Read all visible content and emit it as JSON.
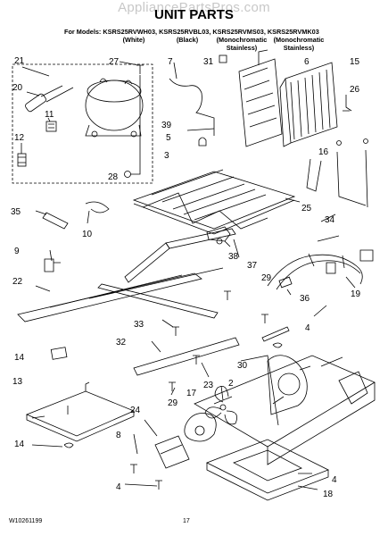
{
  "watermark": "AppliancePartsPros.com",
  "title": "UNIT PARTS",
  "models_line": "For Models: KSRS25RVWH03, KSRS25RVBL03, KSRS25RVMS03, KSRS25RVMK03",
  "variants": [
    "(White)",
    "(Black)",
    "(Monochromatic\nStainless)",
    "(Monochromatic\nStainless)"
  ],
  "callouts": [
    "21",
    "27",
    "7",
    "31",
    "6",
    "15",
    "20",
    "11",
    "26",
    "39",
    "5",
    "12",
    "16",
    "3",
    "28",
    "35",
    "10",
    "25",
    "34",
    "9",
    "38",
    "37",
    "29",
    "22",
    "19",
    "36",
    "33",
    "4",
    "32",
    "14",
    "30",
    "23",
    "29",
    "17",
    "2",
    "13",
    "24",
    "8",
    "4",
    "18",
    "4",
    "14"
  ],
  "footer": {
    "doc_number": "W10261199",
    "page_number": "17"
  }
}
